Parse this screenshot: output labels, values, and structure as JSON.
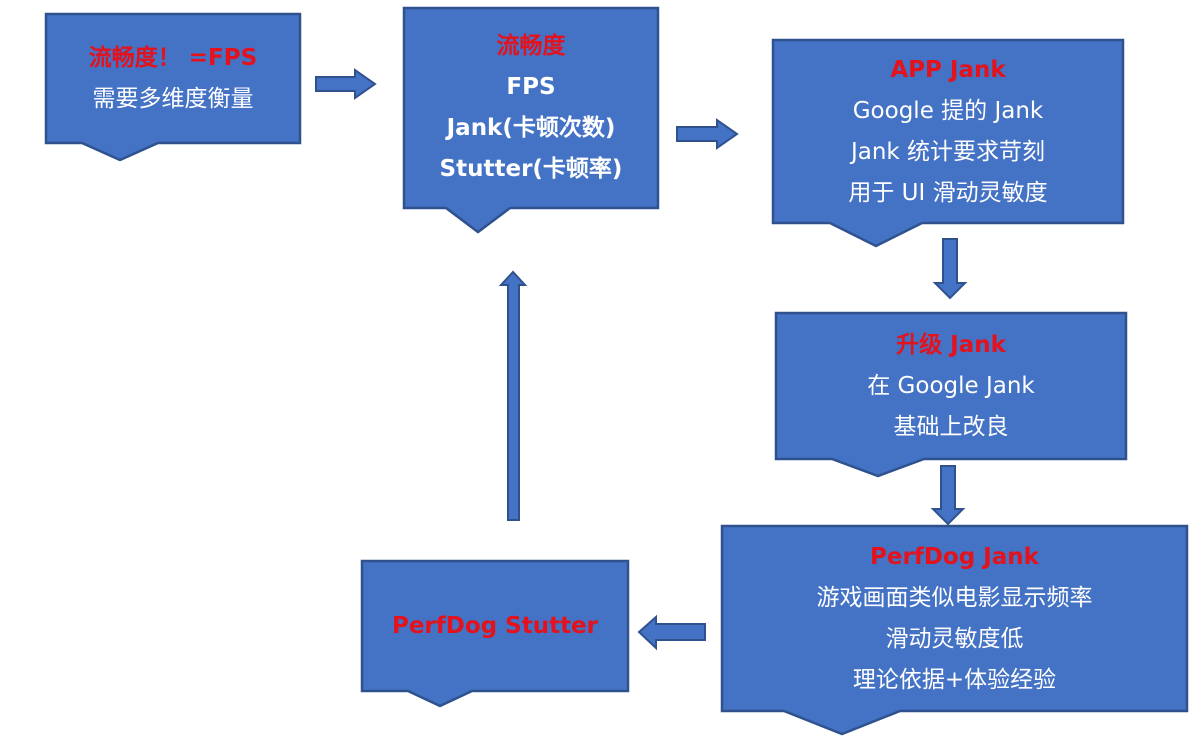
{
  "diagram": {
    "type": "flowchart",
    "colors": {
      "node_fill": "#4472c4",
      "node_border": "#2f528f",
      "title_text": "#e3121c",
      "body_text": "#ffffff"
    },
    "nodes": [
      {
        "id": "fluency-not-fps",
        "title": "流畅度！ =FPS",
        "lines": [
          "需要多维度衡量"
        ]
      },
      {
        "id": "fluency-metrics",
        "title": "流畅度",
        "lines": [
          "FPS",
          "Jank(卡顿次数)",
          "Stutter(卡顿率)"
        ]
      },
      {
        "id": "app-jank",
        "title": "APP Jank",
        "lines": [
          "Google 提的 Jank",
          "Jank 统计要求苛刻",
          "用于 UI 滑动灵敏度"
        ]
      },
      {
        "id": "upgraded-jank",
        "title": "升级 Jank",
        "lines": [
          "在 Google Jank",
          "基础上改良"
        ]
      },
      {
        "id": "perfdog-jank",
        "title": "PerfDog Jank",
        "lines": [
          "游戏画面类似电影显示频率",
          "滑动灵敏度低",
          "理论依据+体验经验"
        ]
      },
      {
        "id": "perfdog-stutter",
        "title": "PerfDog Stutter",
        "lines": []
      }
    ],
    "edges": [
      {
        "from": "fluency-not-fps",
        "to": "fluency-metrics",
        "direction": "right"
      },
      {
        "from": "fluency-metrics",
        "to": "app-jank",
        "direction": "right"
      },
      {
        "from": "app-jank",
        "to": "upgraded-jank",
        "direction": "down"
      },
      {
        "from": "upgraded-jank",
        "to": "perfdog-jank",
        "direction": "down"
      },
      {
        "from": "perfdog-jank",
        "to": "perfdog-stutter",
        "direction": "left"
      },
      {
        "from": "perfdog-stutter",
        "to": "fluency-metrics",
        "direction": "up"
      }
    ]
  }
}
